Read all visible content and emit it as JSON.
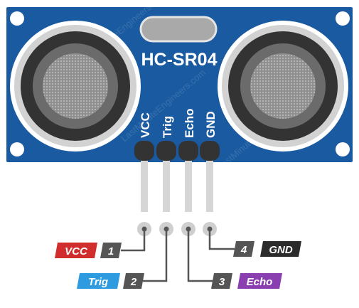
{
  "module": {
    "name": "HC-SR04",
    "watermark": "LastMinuteEngineers.com",
    "board_color": "#1a5aa0"
  },
  "pins": [
    {
      "number": "1",
      "label": "VCC",
      "color": "#d12d2d"
    },
    {
      "number": "2",
      "label": "Trig",
      "color": "#2e9be0"
    },
    {
      "number": "3",
      "label": "Echo",
      "color": "#8a3fb0"
    },
    {
      "number": "4",
      "label": "GND",
      "color": "#2b2b2b"
    }
  ],
  "colors": {
    "number_box": "#555555",
    "leader": "#555555",
    "pin_wire": "#d6d6d6"
  }
}
